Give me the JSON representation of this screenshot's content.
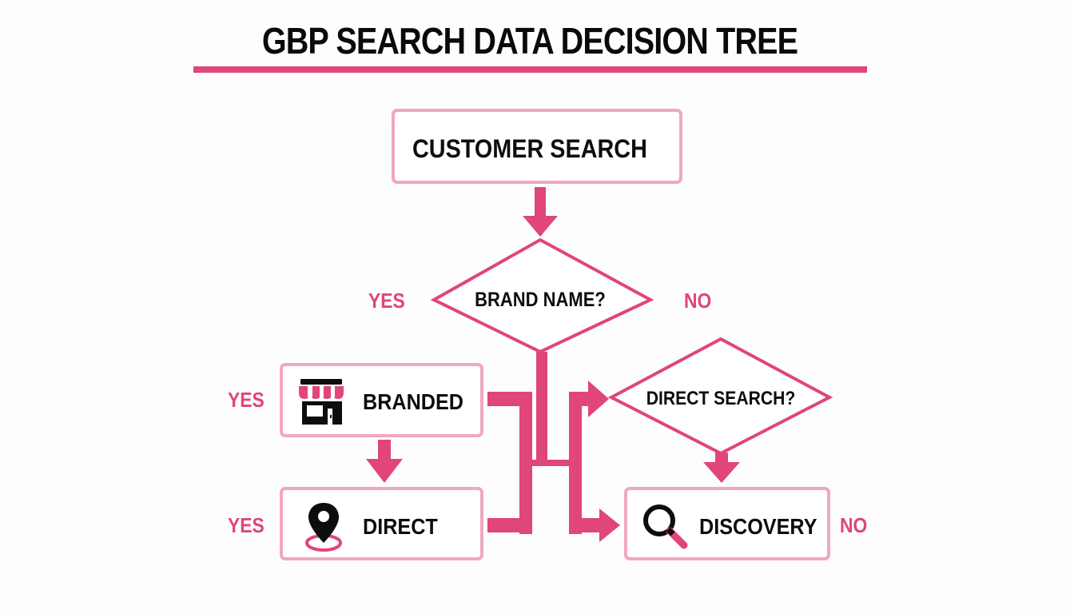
{
  "title": "GBP SEARCH DATA DECISION TREE",
  "colors": {
    "accent": "#e0457b",
    "box_border": "#f0a8bd",
    "text": "#0d0d0d",
    "background": "#fdfdfd"
  },
  "nodes": {
    "start": {
      "label": "CUSTOMER SEARCH",
      "type": "process"
    },
    "decision_brand": {
      "label": "BRAND NAME?",
      "type": "decision",
      "yes_label": "YES",
      "no_label": "NO"
    },
    "branded": {
      "label": "BRANDED",
      "type": "process",
      "icon": "storefront-icon",
      "side_label": "YES"
    },
    "direct": {
      "label": "DIRECT",
      "type": "process",
      "icon": "map-pin-icon",
      "side_label": "YES"
    },
    "decision_direct": {
      "label": "DIRECT SEARCH?",
      "type": "decision"
    },
    "discovery": {
      "label": "DISCOVERY",
      "type": "process",
      "icon": "search-icon",
      "side_label": "NO"
    }
  },
  "edges": [
    {
      "from": "CUSTOMER SEARCH",
      "to": "BRAND NAME?"
    },
    {
      "from": "BRAND NAME?",
      "to": "DIRECT SEARCH?"
    },
    {
      "from": "BRAND NAME?",
      "to": "DISCOVERY"
    },
    {
      "from": "BRANDED",
      "to": "DIRECT"
    },
    {
      "from": "BRANDED",
      "to": "DISCOVERY"
    },
    {
      "from": "DIRECT",
      "to": "DISCOVERY"
    },
    {
      "from": "DIRECT SEARCH?",
      "to": "DISCOVERY"
    }
  ]
}
